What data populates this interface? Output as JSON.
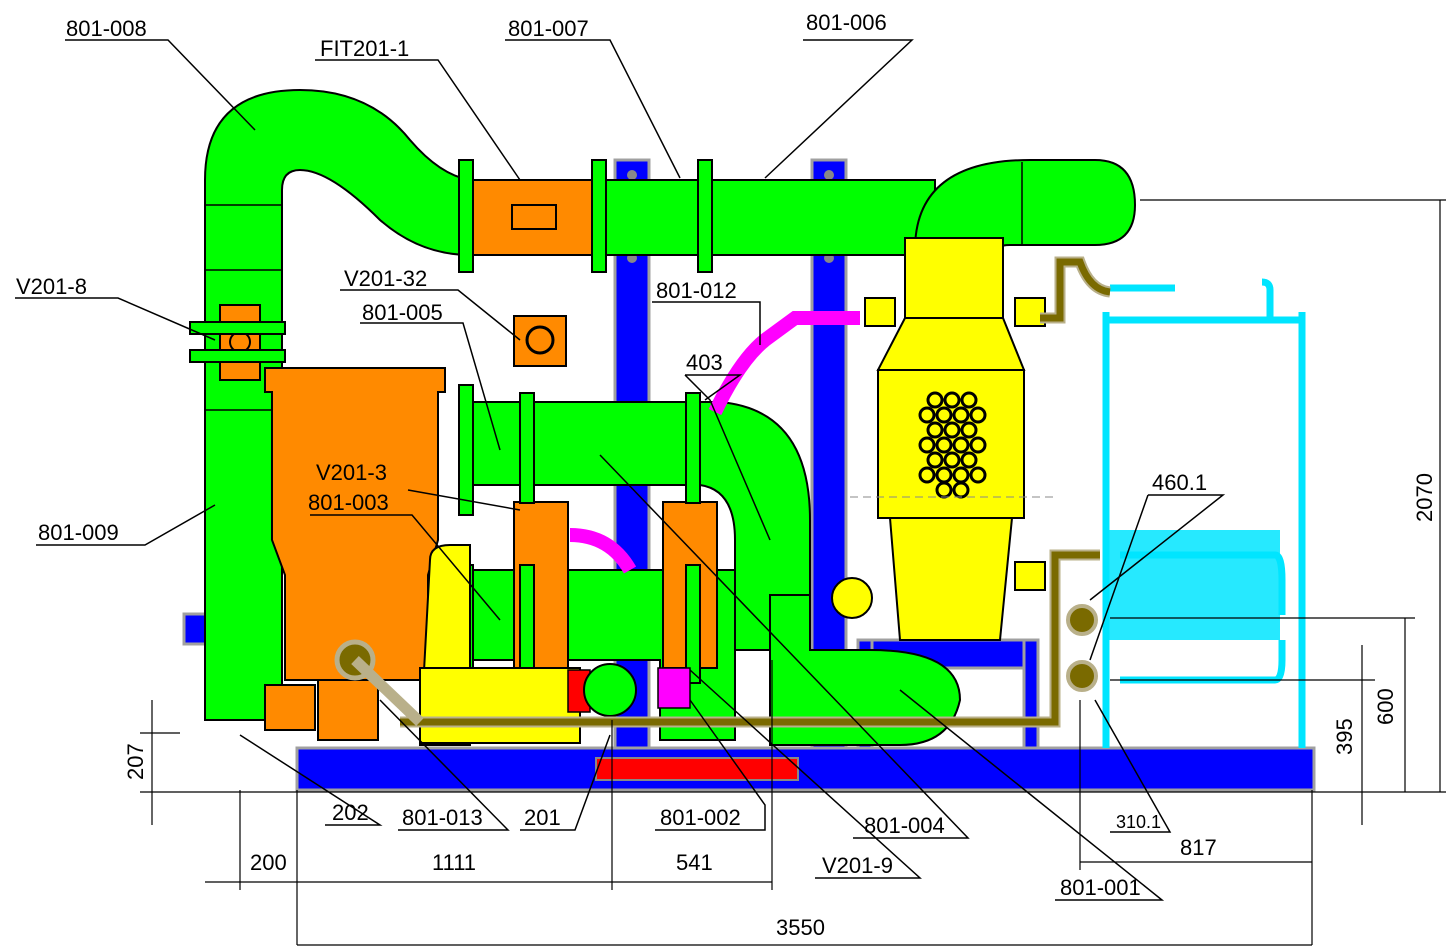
{
  "labels": {
    "l801_008": "801-008",
    "l801_007": "801-007",
    "l801_006": "801-006",
    "fit201_1": "FIT201-1",
    "v201_8": "V201-8",
    "v201_32": "V201-32",
    "l801_005": "801-005",
    "l801_012": "801-012",
    "l403": "403",
    "v201_3": "V201-3",
    "l801_003": "801-003",
    "l801_009": "801-009",
    "l460_1": "460.1",
    "l202": "202",
    "l801_013": "801-013",
    "l201": "201",
    "l801_002": "801-002",
    "l801_004": "801-004",
    "v201_9": "V201-9",
    "l310_1": "310.1",
    "l801_001": "801-001"
  },
  "dimensions": {
    "d207": "207",
    "d200": "200",
    "d1111": "1111",
    "d541": "541",
    "d817": "817",
    "d3550": "3550",
    "d395": "395",
    "d600": "600",
    "d2070": "2070"
  },
  "colors": {
    "pipe": "#00ff00",
    "frame": "#0000ff",
    "vessel": "#ff8a00",
    "pump": "#ffff00",
    "tank": "#00e5ff",
    "line": "#7a6a00",
    "magenta": "#ff00ff",
    "red": "#ff0000"
  }
}
